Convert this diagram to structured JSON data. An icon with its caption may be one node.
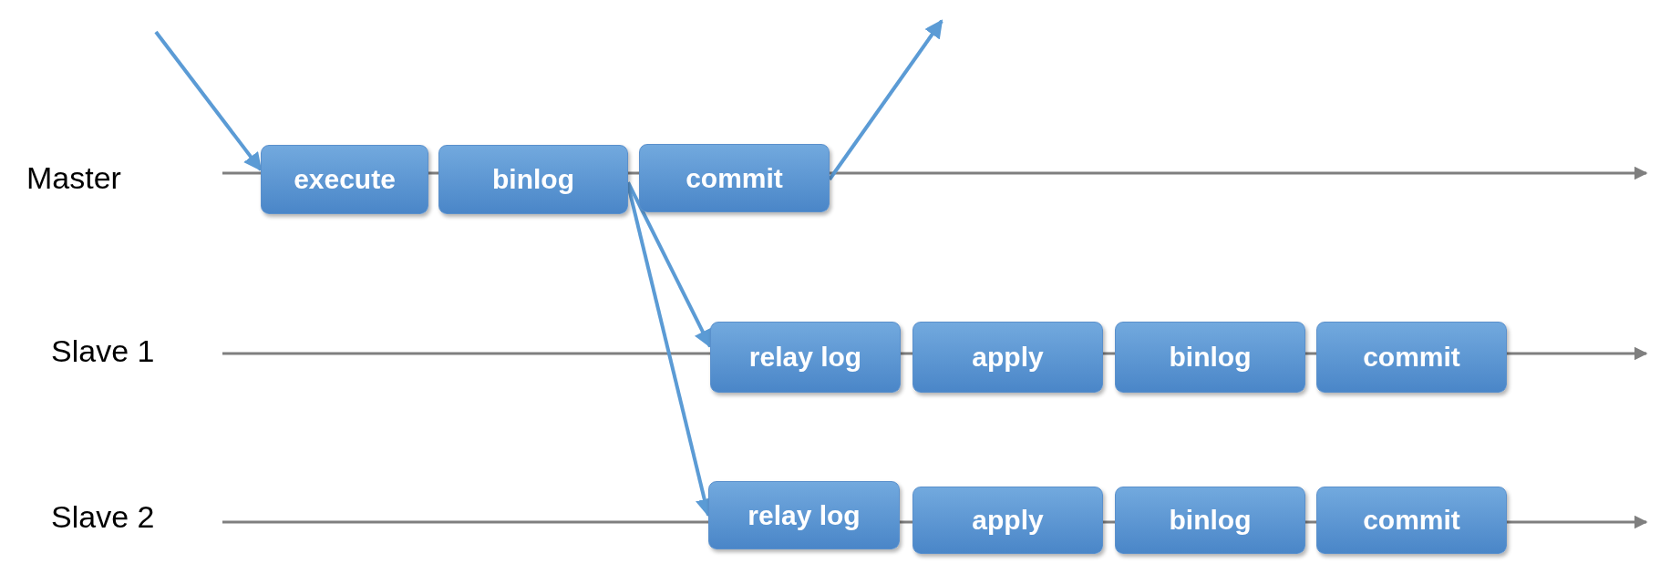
{
  "diagram": {
    "nodes": [
      {
        "text": [
          "execute"
        ]
      },
      {
        "text": [
          "binlog"
        ]
      },
      {
        "text": [
          "commit"
        ]
      },
      {
        "text": [
          "relay log"
        ]
      },
      {
        "text": [
          "apply"
        ]
      },
      {
        "text": [
          "binlog"
        ]
      },
      {
        "text": [
          "commit"
        ]
      },
      {
        "text": [
          "relay log"
        ]
      },
      {
        "text": [
          "apply"
        ]
      },
      {
        "text": [
          "binlog"
        ]
      },
      {
        "text": [
          "commit"
        ]
      }
    ],
    "edges": [
      {
        "from": null,
        "to": 0,
        "arrow": "to"
      },
      {
        "from": 2,
        "to": null,
        "arrow": "to"
      },
      {
        "from": 1,
        "to": 3,
        "arrow": "to"
      },
      {
        "from": 1,
        "to": 7,
        "arrow": "to"
      }
    ],
    "labels": [
      "Master",
      "Slave 1",
      "Slave 2"
    ]
  }
}
